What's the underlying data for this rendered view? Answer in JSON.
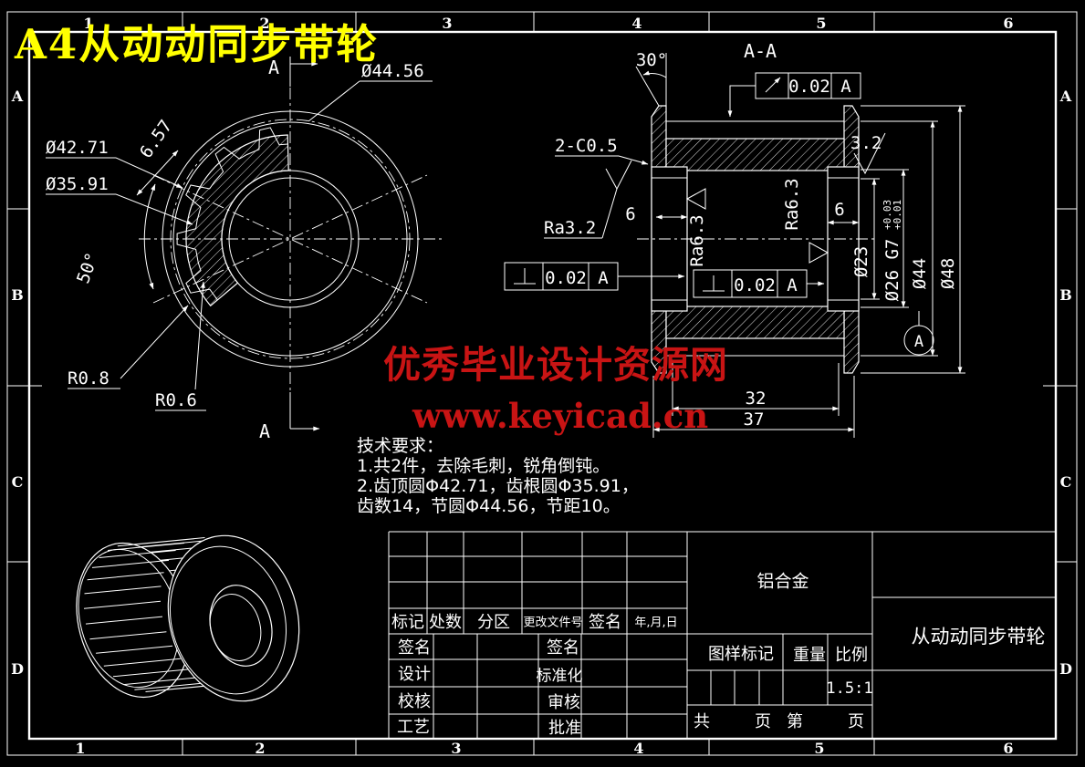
{
  "sheet_title": "A4从动动同步带轮",
  "watermark": {
    "line1": "优秀毕业设计资源网",
    "line2": "www.keyicad.cn"
  },
  "zones": {
    "top": [
      "1",
      "2",
      "3",
      "4",
      "5",
      "6"
    ],
    "bottom": [
      "1",
      "2",
      "3",
      "4",
      "5",
      "6"
    ],
    "left": [
      "A",
      "B",
      "C",
      "D"
    ],
    "right": [
      "A",
      "B",
      "C",
      "D"
    ]
  },
  "front_view": {
    "pitch_diameter": "Ø44.56",
    "tip_diameter": "Ø42.71",
    "root_diameter": "Ø35.91",
    "tooth_dim": "6.57",
    "sector_angle": "50°",
    "fillet_root": "R0.8",
    "fillet_tip": "R0.6",
    "cut_label_top": "A",
    "cut_label_bottom": "A"
  },
  "section_view": {
    "label": "A-A",
    "chamfer_angle": "30°",
    "chamfer_note": "2-C0.5",
    "ra_face": "Ra3.2",
    "finish_top": "3.2",
    "ra_bore_left": "Ra6.3",
    "ra_bore_right": "Ra6.3",
    "boss_width_left": "6",
    "boss_width_right": "6",
    "dia_23": "Ø23",
    "dia_26": "Ø26 G7",
    "dia_26_tol_upper": "+0.03",
    "dia_26_tol_lower": "+0.01",
    "dia_44": "Ø44",
    "dia_48": "Ø48",
    "len_32": "32",
    "len_37": "37",
    "datum_label": "A",
    "runout_tol": "0.02",
    "runout_datum": "A",
    "perp1_tol": "0.02",
    "perp1_datum": "A",
    "perp2_tol": "0.02",
    "perp2_datum": "A"
  },
  "tech_requirements": {
    "heading": "技术要求：",
    "line1": "1.共2件，去除毛刺，锐角倒钝。",
    "line2": "2.齿顶圆Φ42.71，齿根圆Φ35.91，",
    "line3": "齿数14，节圆Φ44.56，节距10。"
  },
  "title_block": {
    "material": "铝合金",
    "part_name": "从动动同步带轮",
    "scale_value": "1.5:1",
    "row_labels": {
      "mark": "标记",
      "count": "处数",
      "zone": "分区",
      "file_no": "更改文件号",
      "signature": "签名",
      "date": "年,月,日"
    },
    "left_labels": {
      "sign_left": "签名",
      "sign_right": "签名",
      "design": "设计",
      "standardize": "标准化",
      "check": "校核",
      "review": "审核",
      "craft": "工艺",
      "approve": "批准"
    },
    "right_labels": {
      "stamp": "图样标记",
      "weight": "重量",
      "scale": "比例",
      "total": "共",
      "page": "页",
      "number": "第",
      "page2": "页"
    }
  }
}
